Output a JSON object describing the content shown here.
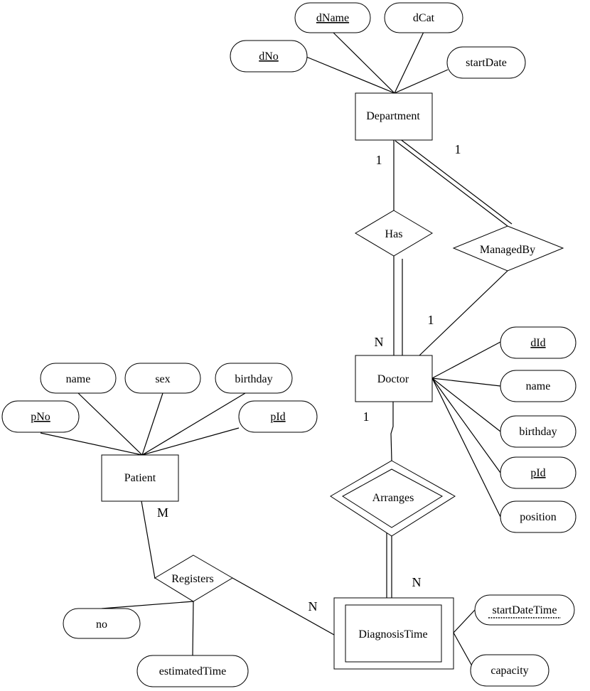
{
  "entities": {
    "department": "Department",
    "doctor": "Doctor",
    "patient": "Patient",
    "diagnosis_time": "DiagnosisTime"
  },
  "relationships": {
    "has": "Has",
    "managed_by": "ManagedBy",
    "arranges": "Arranges",
    "registers": "Registers"
  },
  "attributes": {
    "department": [
      {
        "text": "dName",
        "key": true
      },
      {
        "text": "dCat",
        "key": false
      },
      {
        "text": "dNo",
        "key": true
      },
      {
        "text": "startDate",
        "key": false
      }
    ],
    "doctor": [
      {
        "text": "dId",
        "key": true
      },
      {
        "text": "name",
        "key": false
      },
      {
        "text": "birthday",
        "key": false
      },
      {
        "text": "pId",
        "key": true
      },
      {
        "text": "position",
        "key": false
      }
    ],
    "patient": [
      {
        "text": "name",
        "key": false
      },
      {
        "text": "sex",
        "key": false
      },
      {
        "text": "birthday",
        "key": false
      },
      {
        "text": "pNo",
        "key": true
      },
      {
        "text": "pId",
        "key": true
      }
    ],
    "diagnosis_time": [
      {
        "text": "startDateTime",
        "key": "partial"
      },
      {
        "text": "capacity",
        "key": false
      }
    ],
    "registers": [
      {
        "text": "no",
        "key": false
      },
      {
        "text": "estimatedTime",
        "key": false
      }
    ]
  },
  "cardinalities": {
    "department_has": "1",
    "department_managedby": "1",
    "managedby_doctor": "1",
    "has_doctor": "N",
    "doctor_arranges": "1",
    "arranges_diagnosis": "N",
    "patient_registers": "M",
    "registers_diagnosis": "N"
  }
}
